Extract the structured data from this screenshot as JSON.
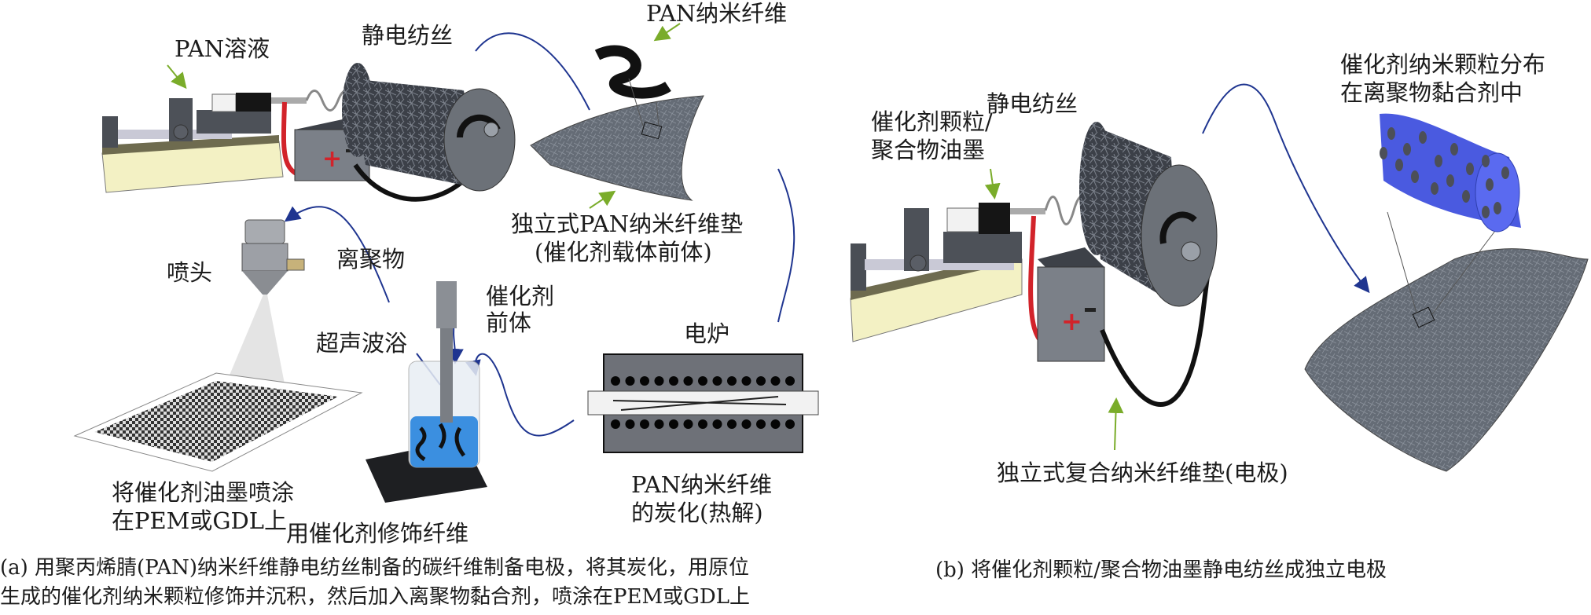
{
  "panel_a": {
    "labels": {
      "pan_solution": "PAN溶液",
      "electrospinning": "静电纺丝",
      "pan_nanofiber": "PAN纳米纤维",
      "mat_line1": "独立式PAN纳米纤维垫",
      "mat_line2": "(催化剂载体前体)",
      "nozzle": "喷头",
      "ionomer": "离聚物",
      "catalyst_precursor_line1": "催化剂",
      "catalyst_precursor_line2": "前体",
      "ultrasonic_bath": "超声波浴",
      "furnace": "电炉",
      "spray_line1": "将催化剂油墨喷涂",
      "spray_line2": "在PEM或GDL上",
      "decorate": "用催化剂修饰纤维",
      "carbonize_line1": "PAN纳米纤维",
      "carbonize_line2": "的炭化(热解)"
    },
    "caption_line1": "(a) 用聚丙烯腈(PAN)纳米纤维静电纺丝制备的碳纤维制备电极，将其炭化，用原位",
    "caption_line2": "生成的催化剂纳米颗粒修饰并沉积，然后加入离聚物黏合剂，喷涂在PEM或GDL上"
  },
  "panel_b": {
    "labels": {
      "ink_line1": "催化剂颗粒/",
      "ink_line2": "聚合物油墨",
      "electrospinning": "静电纺丝",
      "distribution_line1": "催化剂纳米颗粒分布",
      "distribution_line2": "在离聚物黏合剂中",
      "composite_mat": "独立式复合纳米纤维垫(电极)"
    },
    "caption": "(b) 将催化剂颗粒/聚合物油墨静电纺丝成独立电极"
  },
  "colors": {
    "flow_arrow": "#1f3590",
    "pointer_arrow": "#7aac2a",
    "positive_wire": "#d2232a",
    "fiber_mat": "#5f6670",
    "ionomer_blue": "#4a5ae0",
    "bath_blue": "#3b8fe0"
  }
}
